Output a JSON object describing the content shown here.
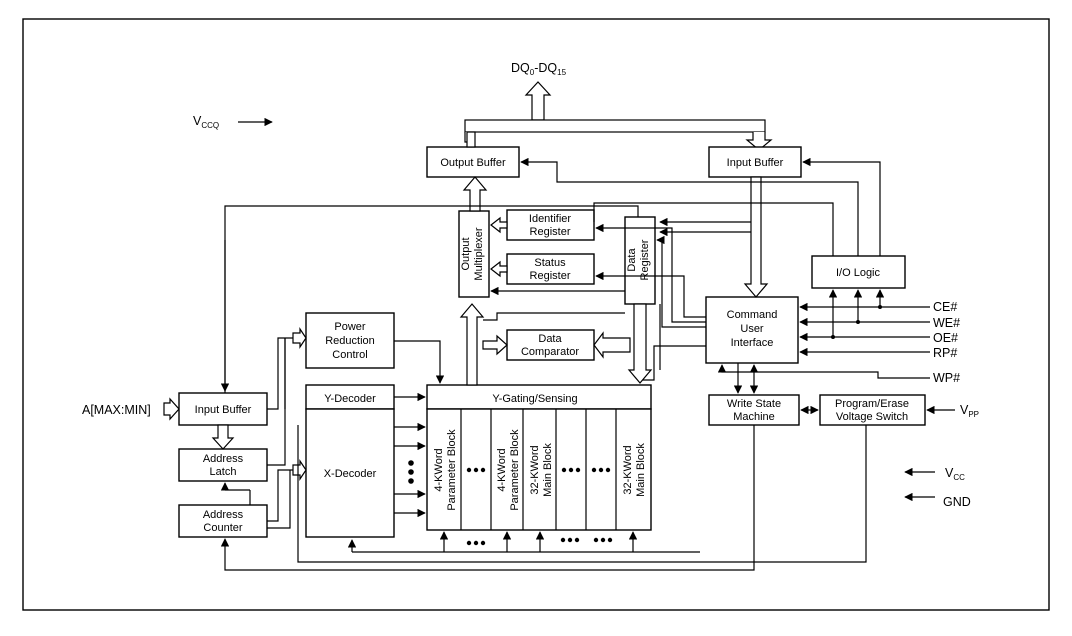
{
  "top_bus": {
    "label": "DQ",
    "sub0": "0",
    "dash": "-DQ",
    "sub1": "15"
  },
  "vccq": {
    "label": "V",
    "sub": "CCQ"
  },
  "vcc": {
    "label": "V",
    "sub": "CC"
  },
  "vpp": {
    "label": "V",
    "sub": "PP"
  },
  "gnd": "GND",
  "address_input": "A[MAX:MIN]",
  "blocks": {
    "output_buffer": "Output Buffer",
    "input_buffer_top": "Input Buffer",
    "identifier_register": [
      "Identifier",
      "Register"
    ],
    "status_register": [
      "Status",
      "Register"
    ],
    "output_multiplexer": [
      "Output",
      "Multiplexer"
    ],
    "data_register": [
      "Data",
      "Register"
    ],
    "io_logic": "I/O Logic",
    "command_user_interface": [
      "Command",
      "User",
      "Interface"
    ],
    "power_reduction_control": [
      "Power",
      "Reduction",
      "Control"
    ],
    "data_comparator": [
      "Data",
      "Comparator"
    ],
    "y_decoder": "Y-Decoder",
    "y_gating_sensing": "Y-Gating/Sensing",
    "x_decoder": "X-Decoder",
    "input_buffer_addr": "Input Buffer",
    "address_latch": [
      "Address",
      "Latch"
    ],
    "address_counter": [
      "Address",
      "Counter"
    ],
    "write_state_machine": [
      "Write State",
      "Machine"
    ],
    "program_erase_switch": [
      "Program/Erase",
      "Voltage Switch"
    ]
  },
  "memory_blocks": [
    [
      "4-KWord",
      "Parameter Block"
    ],
    [
      "4-KWord",
      "Parameter Block"
    ],
    [
      "32-KWord",
      "Main Block"
    ],
    [
      "32-KWord",
      "Main Block"
    ]
  ],
  "control_signals": [
    "CE#",
    "WE#",
    "OE#",
    "RP#",
    "WP#"
  ]
}
